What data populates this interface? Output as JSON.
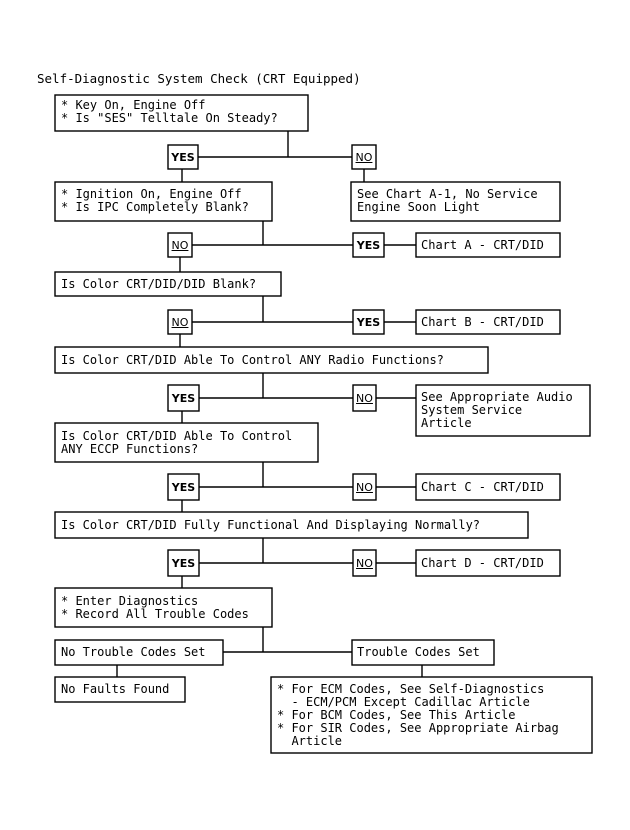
{
  "title": "Self-Diagnostic System Check (CRT Equipped)",
  "yes": "YES",
  "no": "NO",
  "nodes": {
    "key_on_1": "* Key On, Engine Off",
    "key_on_2": "* Is \"SES\" Telltale On Steady?",
    "chart_a1_1": "See Chart A-1, No Service",
    "chart_a1_2": "Engine Soon Light",
    "ign_on_1": "* Ignition On, Engine Off",
    "ign_on_2": "* Is IPC Completely Blank?",
    "chart_a": "Chart A - CRT/DID",
    "crt_blank": "Is Color CRT/DID/DID Blank?",
    "chart_b": "Chart B - CRT/DID",
    "radio": "Is Color CRT/DID Able To Control ANY Radio Functions?",
    "audio_1": "See Appropriate Audio",
    "audio_2": "System Service",
    "audio_3": "Article",
    "eccp_1": "Is Color CRT/DID Able To Control",
    "eccp_2": "ANY ECCP Functions?",
    "chart_c": "Chart C - CRT/DID",
    "functional": "Is Color CRT/DID Fully Functional And Displaying Normally?",
    "chart_d": "Chart D - CRT/DID",
    "enter_diag_1": "* Enter Diagnostics",
    "enter_diag_2": "* Record All Trouble Codes",
    "no_codes": "No Trouble Codes Set",
    "codes_set": "Trouble Codes Set",
    "no_faults": "No Faults Found",
    "codes_1": "* For ECM Codes, See Self-Diagnostics",
    "codes_2": "  - ECM/PCM Except Cadillac Article",
    "codes_3": "* For BCM Codes, See This Article",
    "codes_4": "* For SIR Codes, See Appropriate Airbag",
    "codes_5": "  Article"
  }
}
